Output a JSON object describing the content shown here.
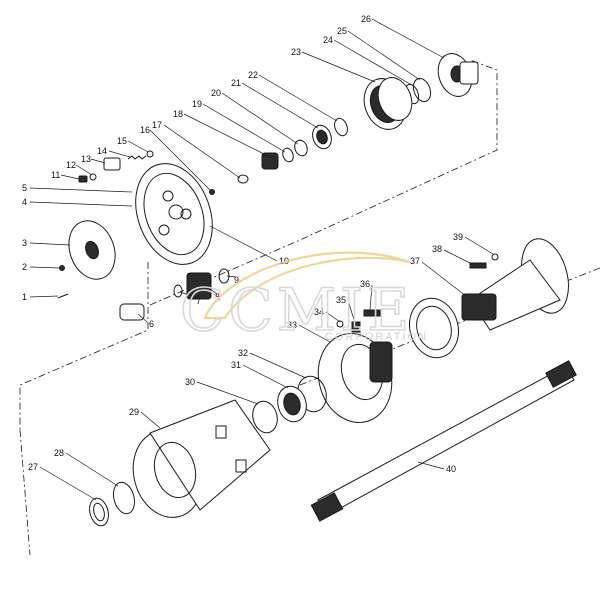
{
  "diagram": {
    "parts": [
      {
        "id": "1"
      },
      {
        "id": "2"
      },
      {
        "id": "3"
      },
      {
        "id": "4"
      },
      {
        "id": "5"
      },
      {
        "id": "6"
      },
      {
        "id": "7"
      },
      {
        "id": "8"
      },
      {
        "id": "9"
      },
      {
        "id": "10"
      },
      {
        "id": "11"
      },
      {
        "id": "12"
      },
      {
        "id": "13"
      },
      {
        "id": "14"
      },
      {
        "id": "15"
      },
      {
        "id": "16"
      },
      {
        "id": "17"
      },
      {
        "id": "18"
      },
      {
        "id": "19"
      },
      {
        "id": "20"
      },
      {
        "id": "21"
      },
      {
        "id": "22"
      },
      {
        "id": "23"
      },
      {
        "id": "24"
      },
      {
        "id": "25"
      },
      {
        "id": "26"
      },
      {
        "id": "27"
      },
      {
        "id": "28"
      },
      {
        "id": "29"
      },
      {
        "id": "30"
      },
      {
        "id": "31"
      },
      {
        "id": "32"
      },
      {
        "id": "33"
      },
      {
        "id": "34"
      },
      {
        "id": "35"
      },
      {
        "id": "36"
      },
      {
        "id": "37"
      },
      {
        "id": "38"
      },
      {
        "id": "39"
      },
      {
        "id": "40"
      }
    ]
  },
  "watermark": {
    "text": "CCMIE",
    "subtext": "CORPORATION"
  }
}
